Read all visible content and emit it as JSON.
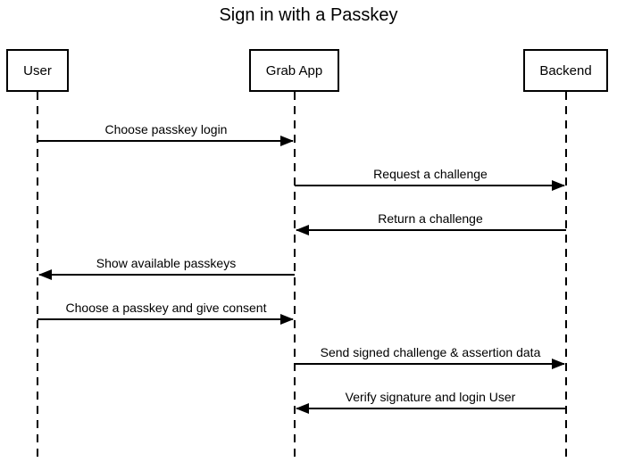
{
  "diagram": {
    "title": "Sign in with a Passkey",
    "type": "sequence-diagram",
    "colors": {
      "line": "#000000",
      "text": "#000000",
      "background": "#ffffff"
    },
    "actors": [
      {
        "id": "user",
        "label": "User"
      },
      {
        "id": "grab-app",
        "label": "Grab App"
      },
      {
        "id": "backend",
        "label": "Backend"
      }
    ],
    "messages": [
      {
        "from": "User",
        "to": "Grab App",
        "direction": "right",
        "label": "Choose passkey login"
      },
      {
        "from": "Grab App",
        "to": "Backend",
        "direction": "right",
        "label": "Request a challenge"
      },
      {
        "from": "Backend",
        "to": "Grab App",
        "direction": "left",
        "label": "Return a challenge"
      },
      {
        "from": "Grab App",
        "to": "User",
        "direction": "left",
        "label": "Show available passkeys"
      },
      {
        "from": "User",
        "to": "Grab App",
        "direction": "right",
        "label": "Choose a passkey and give consent"
      },
      {
        "from": "Grab App",
        "to": "Backend",
        "direction": "right",
        "label": "Send signed challenge & assertion data"
      },
      {
        "from": "Backend",
        "to": "Grab App",
        "direction": "left",
        "label": "Verify signature and login User"
      }
    ]
  }
}
